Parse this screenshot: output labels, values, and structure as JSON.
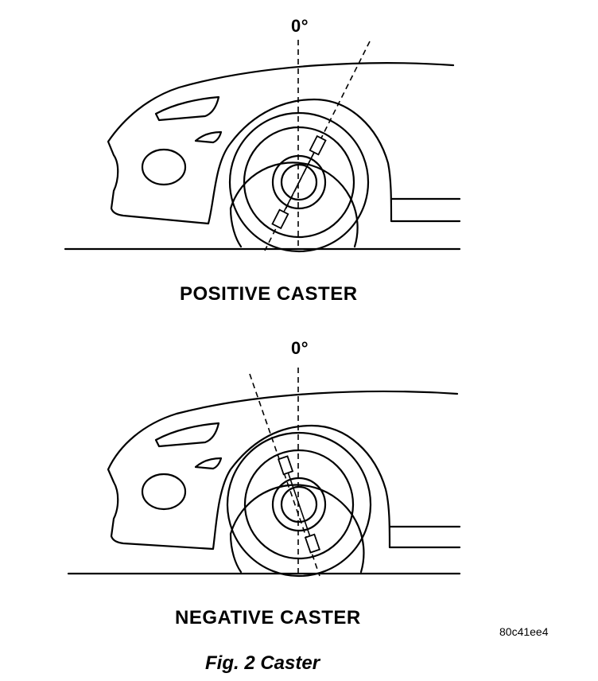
{
  "diagrams": [
    {
      "zero_label": "0°",
      "caption": "POSITIVE CASTER"
    },
    {
      "zero_label": "0°",
      "caption": "NEGATIVE CASTER"
    }
  ],
  "image_code": "80c41ee4",
  "figure_caption": "Fig. 2 Caster"
}
